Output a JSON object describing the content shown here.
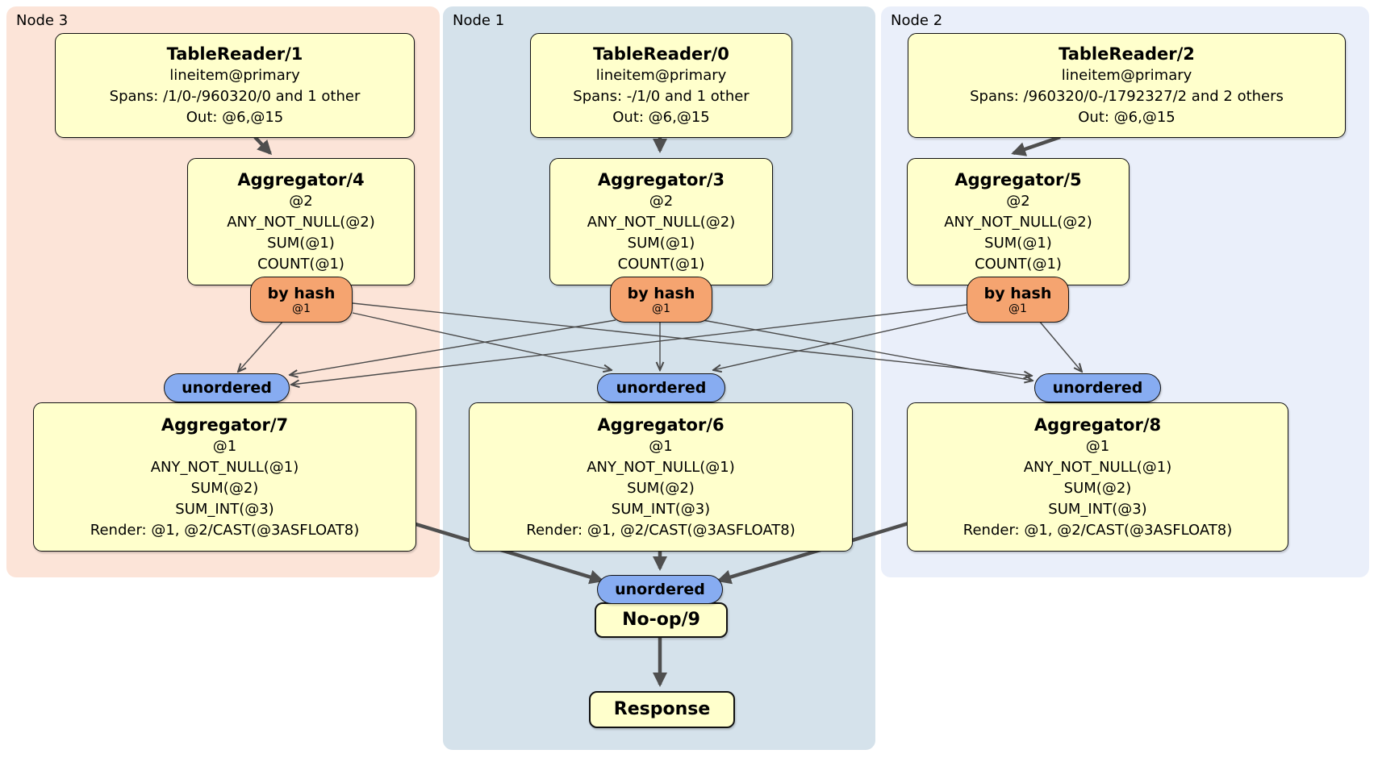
{
  "regions": {
    "node3": {
      "label": "Node 3"
    },
    "node1": {
      "label": "Node 1"
    },
    "node2": {
      "label": "Node 2"
    }
  },
  "processors": {
    "tablereader1": {
      "title": "TableReader/1",
      "lines": [
        "lineitem@primary",
        "Spans: /1/0-/960320/0 and 1 other",
        "Out: @6,@15"
      ]
    },
    "tablereader0": {
      "title": "TableReader/0",
      "lines": [
        "lineitem@primary",
        "Spans: -/1/0 and 1 other",
        "Out: @6,@15"
      ]
    },
    "tablereader2": {
      "title": "TableReader/2",
      "lines": [
        "lineitem@primary",
        "Spans: /960320/0-/1792327/2 and 2 others",
        "Out: @6,@15"
      ]
    },
    "aggregator4": {
      "title": "Aggregator/4",
      "lines": [
        "@2",
        "ANY_NOT_NULL(@2)",
        "SUM(@1)",
        "COUNT(@1)"
      ]
    },
    "aggregator3": {
      "title": "Aggregator/3",
      "lines": [
        "@2",
        "ANY_NOT_NULL(@2)",
        "SUM(@1)",
        "COUNT(@1)"
      ]
    },
    "aggregator5": {
      "title": "Aggregator/5",
      "lines": [
        "@2",
        "ANY_NOT_NULL(@2)",
        "SUM(@1)",
        "COUNT(@1)"
      ]
    },
    "aggregator7": {
      "title": "Aggregator/7",
      "lines": [
        "@1",
        "ANY_NOT_NULL(@1)",
        "SUM(@2)",
        "SUM_INT(@3)",
        "Render: @1, @2/CAST(@3ASFLOAT8)"
      ]
    },
    "aggregator6": {
      "title": "Aggregator/6",
      "lines": [
        "@1",
        "ANY_NOT_NULL(@1)",
        "SUM(@2)",
        "SUM_INT(@3)",
        "Render: @1, @2/CAST(@3ASFLOAT8)"
      ]
    },
    "aggregator8": {
      "title": "Aggregator/8",
      "lines": [
        "@1",
        "ANY_NOT_NULL(@1)",
        "SUM(@2)",
        "SUM_INT(@3)",
        "Render: @1, @2/CAST(@3ASFLOAT8)"
      ]
    },
    "noop": {
      "title": "No-op/9"
    },
    "response": {
      "title": "Response"
    }
  },
  "routers": {
    "router4": {
      "label": "by hash",
      "detail": "@1"
    },
    "router3": {
      "label": "by hash",
      "detail": "@1"
    },
    "router5": {
      "label": "by hash",
      "detail": "@1"
    }
  },
  "syncs": {
    "sync7": {
      "label": "unordered"
    },
    "sync6": {
      "label": "unordered"
    },
    "sync8": {
      "label": "unordered"
    },
    "syncFinal": {
      "label": "unordered"
    }
  },
  "colors": {
    "node3_bg": "#fce4d8",
    "node1_bg": "#d5e2eb",
    "node2_bg": "#eaeffa",
    "processor_fill": "#ffffcc",
    "router_fill": "#f5a470",
    "sync_fill": "#87acf1",
    "edge": "#4a4a4a"
  }
}
